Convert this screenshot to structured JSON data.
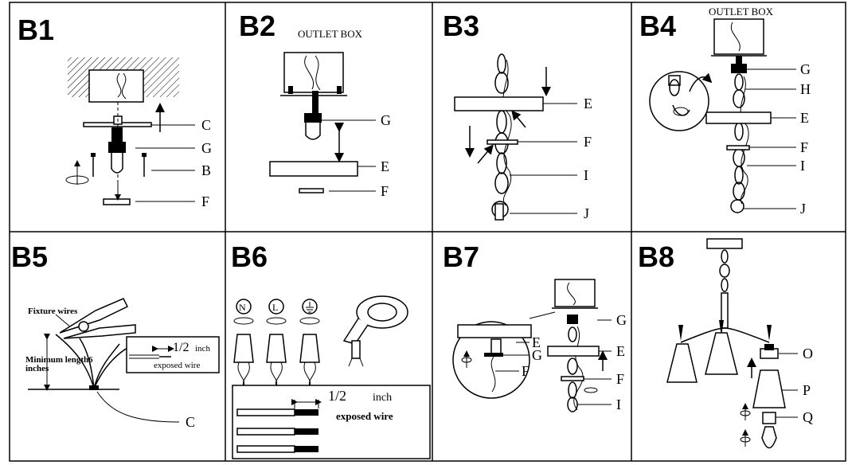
{
  "panels": [
    {
      "id": "B1",
      "labels": [
        "C",
        "G",
        "B",
        "F"
      ]
    },
    {
      "id": "B2",
      "caption": "OUTLET BOX",
      "labels": [
        "G",
        "E",
        "F"
      ]
    },
    {
      "id": "B3",
      "labels": [
        "E",
        "F",
        "I",
        "J"
      ]
    },
    {
      "id": "B4",
      "caption": "OUTLET BOX",
      "labels": [
        "G",
        "H",
        "E",
        "F",
        "I",
        "J"
      ]
    },
    {
      "id": "B5",
      "fixture_wires": "Fixture wires",
      "min_length": "Minimum length6",
      "inches": "inches",
      "half_inch": "1/2",
      "inch_unit": "inch",
      "exposed_wire": "exposed wire",
      "labels": [
        "C"
      ]
    },
    {
      "id": "B6",
      "symbols": [
        "N",
        "L"
      ],
      "half_inch": "1/2",
      "inch_unit": "inch",
      "exposed_wire": "exposed wire"
    },
    {
      "id": "B7",
      "labels": [
        "G",
        "E",
        "F",
        "I"
      ],
      "inset_labels": [
        "E",
        "G",
        "F"
      ]
    },
    {
      "id": "B8",
      "labels": [
        "O",
        "P",
        "Q"
      ]
    }
  ]
}
